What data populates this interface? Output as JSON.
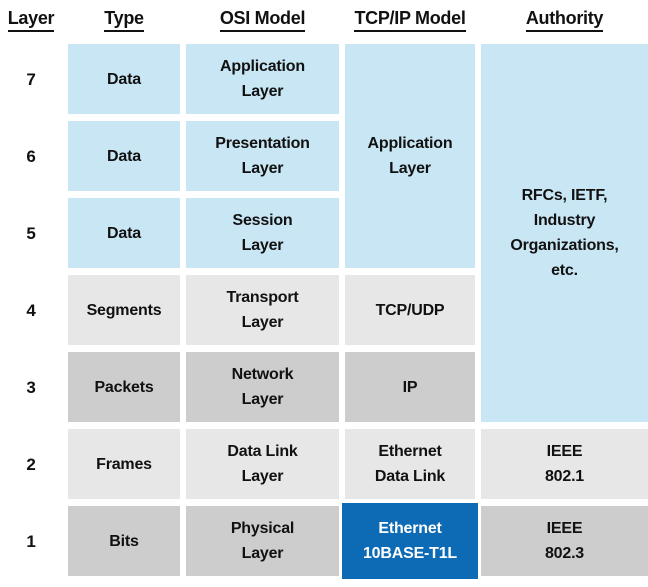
{
  "title": "OSI Model vs TCP/IP Model layer comparison table",
  "columns": {
    "layer": "Layer",
    "type": "Type",
    "osi": "OSI Model",
    "tcpip": "TCP/IP Model",
    "authority": "Authority"
  },
  "rows": [
    {
      "layer": "7",
      "type": "Data",
      "osi": "Application\nLayer"
    },
    {
      "layer": "6",
      "type": "Data",
      "osi": "Presentation\nLayer"
    },
    {
      "layer": "5",
      "type": "Data",
      "osi": "Session\nLayer"
    },
    {
      "layer": "4",
      "type": "Segments",
      "osi": "Transport\nLayer",
      "tcpip": "TCP/UDP"
    },
    {
      "layer": "3",
      "type": "Packets",
      "osi": "Network\nLayer",
      "tcpip": "IP"
    },
    {
      "layer": "2",
      "type": "Frames",
      "osi": "Data Link\nLayer",
      "tcpip": "Ethernet\nData Link",
      "authority": "IEEE\n802.1"
    },
    {
      "layer": "1",
      "type": "Bits",
      "osi": "Physical\nLayer",
      "tcpip": "Ethernet\n10BASE-T1L",
      "authority": "IEEE\n802.3"
    }
  ],
  "merged_cells": {
    "tcpip_application": "Application\nLayer",
    "authority_rfcs": "RFCs, IETF,\nIndustry\nOrganizations,\netc."
  },
  "colors": {
    "light_blue": "#c9e6f4",
    "light_gray": "#e7e7e7",
    "mid_gray": "#cdcdcd",
    "highlight_blue": "#0d6ab4",
    "text": "#111111",
    "highlight_text": "#ffffff"
  }
}
